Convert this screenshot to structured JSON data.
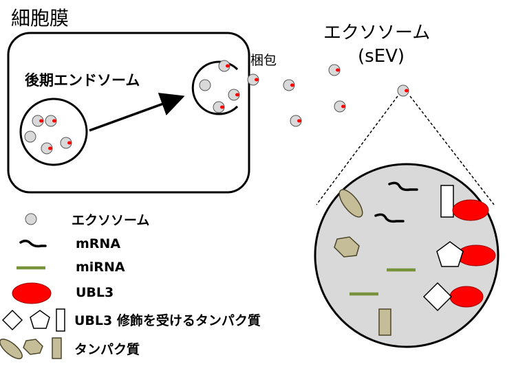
{
  "labels": {
    "cell_membrane": "細胞膜",
    "late_endosome": "後期エンドソーム",
    "packaging": "梱包",
    "exosome_title": "エクソソーム",
    "exosome_subtitle": "(sEV)"
  },
  "legend": {
    "exosome": "エクソソーム",
    "mrna": "mRNA",
    "mirna": "miRNA",
    "ubl3": "UBL3",
    "ubl3_modified_proteins": "UBL3 修飾を受けるタンパク質",
    "proteins": "タンパク質"
  },
  "colors": {
    "membrane": "#000000",
    "exosome_fill": "#d9d9d9",
    "ubl3_red": "#ff0000",
    "mirna_green": "#77933c",
    "protein_tan": "#c4bd97",
    "protein_stroke": "#4a452a",
    "zoom_fill": "#d9d9d9"
  },
  "icons": {
    "exosome": "grey-circle-with-red-dot",
    "mrna": "black-squiggle",
    "mirna": "green-bar",
    "ubl3": "red-ellipse",
    "ubl3_modified_proteins": "white-diamond-pentagon-rectangle",
    "proteins": "tan-ellipse-hexagon-rectangle"
  }
}
